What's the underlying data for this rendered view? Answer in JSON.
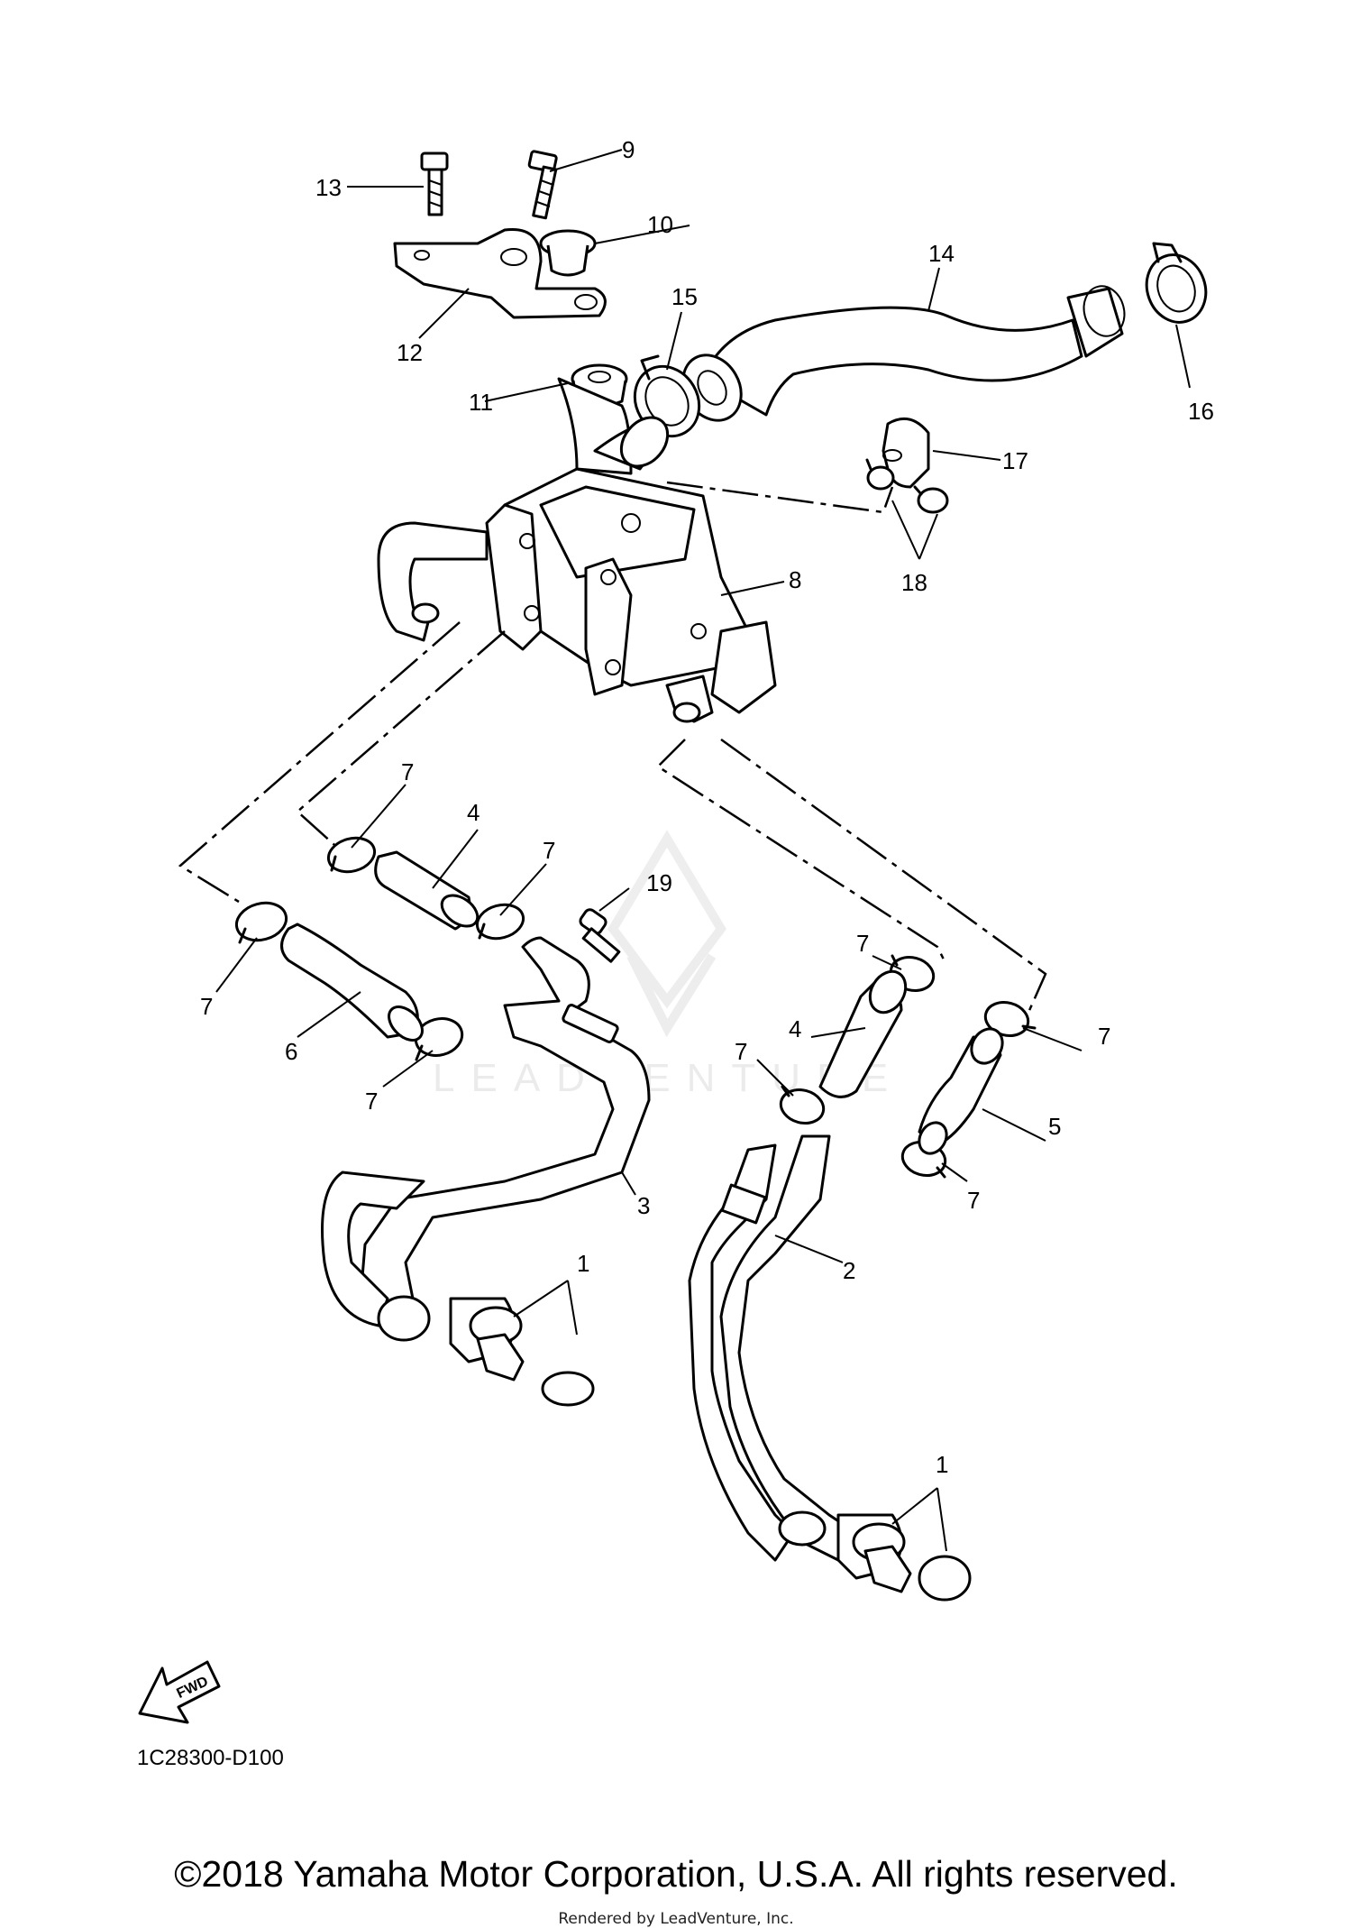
{
  "diagram": {
    "callouts": {
      "c1a": "1",
      "c1b": "1",
      "c2": "2",
      "c3": "3",
      "c4a": "4",
      "c4b": "4",
      "c5": "5",
      "c6": "6",
      "c7a": "7",
      "c7b": "7",
      "c7c": "7",
      "c7d": "7",
      "c7e": "7",
      "c7f": "7",
      "c7g": "7",
      "c7h": "7",
      "c8": "8",
      "c9": "9",
      "c10": "10",
      "c11": "11",
      "c12": "12",
      "c13": "13",
      "c14": "14",
      "c15": "15",
      "c16": "16",
      "c17": "17",
      "c18": "18",
      "c19": "19"
    },
    "diagram_code": "1C28300-D100",
    "fwd_label": "FWD",
    "watermark": "LEADVENTURE"
  },
  "footer": {
    "copyright": "©2018 Yamaha Motor Corporation, U.S.A. All rights reserved.",
    "rendered_by": "Rendered by LeadVenture, Inc."
  }
}
